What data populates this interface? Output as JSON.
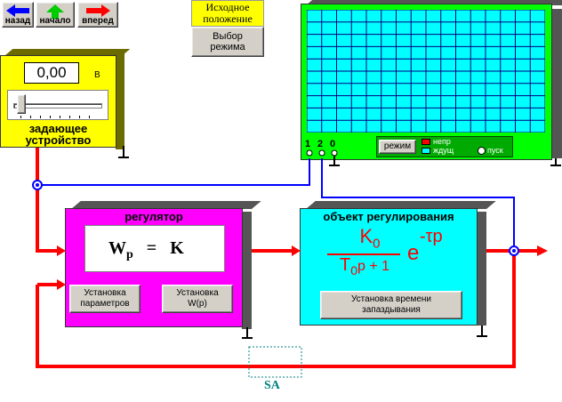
{
  "nav": {
    "back_label": "назад",
    "home_label": "начало",
    "forward_label": "вперед",
    "colors": {
      "back": "#0000ff",
      "home": "#00cc00",
      "forward": "#ff0000"
    }
  },
  "initial_position": {
    "label": "Исходное положение"
  },
  "mode_select": {
    "label": "Выбор режима"
  },
  "setter": {
    "value": "0,00",
    "unit": "В",
    "slider_value": 0,
    "title_line1": "задающее",
    "title_line2": "устройство",
    "color": "#ffff00"
  },
  "scope": {
    "channel_labels": [
      "1",
      "2",
      "0"
    ],
    "mode_button": "режим",
    "options": [
      {
        "label": "непр",
        "active": true
      },
      {
        "label": "ждущ",
        "active": false
      }
    ],
    "start_label": "пуск",
    "body_color": "#00ff00",
    "screen_color": "#00ffff"
  },
  "regulator": {
    "title": "регулятор",
    "formula_w": "W",
    "formula_sub": "p",
    "formula_eq": "=",
    "formula_k": "K",
    "btn_params": "Установка параметров",
    "btn_wp": "Установка W(p)",
    "color": "#ff00ff"
  },
  "object": {
    "title": "объект регулирования",
    "num_main": "K",
    "num_sub": "0",
    "den_main": "T",
    "den_sub": "0",
    "den_rest": "p + 1",
    "exp_base": "e",
    "exp_power": "-τp",
    "btn_delay": "Установка времени запаздывания",
    "color": "#00ffff"
  },
  "sa": {
    "label": "SA"
  }
}
